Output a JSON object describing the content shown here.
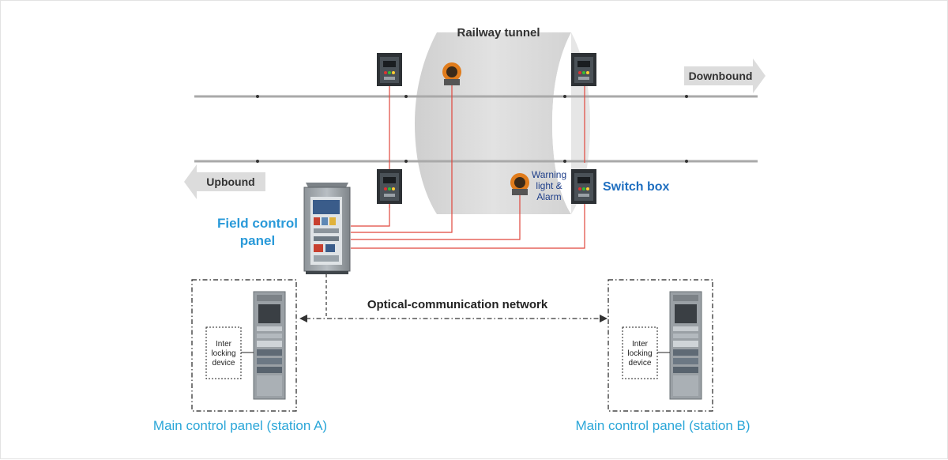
{
  "labels": {
    "railway_tunnel": "Railway tunnel",
    "downbound": "Downbound",
    "upbound": "Upbound",
    "warning_line1": "Warning",
    "warning_line2": "light &",
    "warning_line3": "Alarm",
    "switch_box": "Switch box",
    "field_panel_line1": "Field control",
    "field_panel_line2": "panel",
    "network": "Optical-communication network",
    "interlock_a_line1": "Inter",
    "interlock_a_line2": "locking",
    "interlock_a_line3": "device",
    "interlock_b_line1": "Inter",
    "interlock_b_line2": "locking",
    "interlock_b_line3": "device",
    "main_panel_a": "Main control panel (station A)",
    "main_panel_b": "Main control panel (station B)"
  },
  "colors": {
    "accent_blue": "#1f6fc0",
    "caption_blue": "#2aa6d8",
    "wire_red": "#e0463c",
    "rail_gray": "#a9a9a9",
    "tunnel_gray": "#d9d9d9",
    "arrow_gray": "#dcdcdc"
  }
}
